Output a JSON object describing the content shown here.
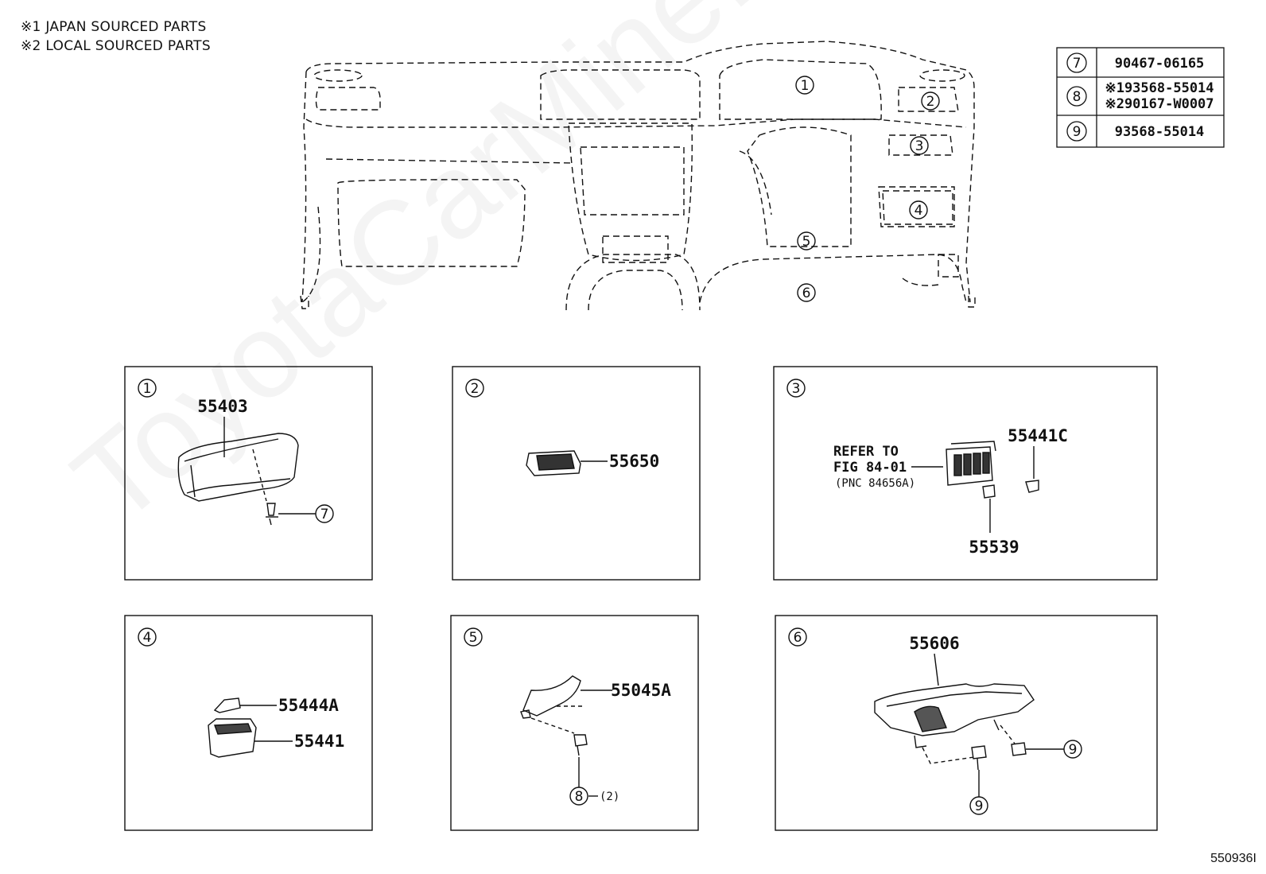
{
  "notes": [
    "※1 JAPAN SOURCED PARTS",
    "※2 LOCAL SOURCED PARTS"
  ],
  "overview_callouts": [
    "1",
    "2",
    "3",
    "4",
    "5",
    "6"
  ],
  "fastener_table": [
    {
      "num": "7",
      "codes": [
        "90467-06165"
      ]
    },
    {
      "num": "8",
      "codes": [
        "※193568-55014",
        "※290167-W0007"
      ]
    },
    {
      "num": "9",
      "codes": [
        "93568-55014"
      ]
    }
  ],
  "panels": {
    "p1": {
      "num": "1",
      "part": "55403",
      "fastener": "7"
    },
    "p2": {
      "num": "2",
      "part": "55650"
    },
    "p3": {
      "num": "3",
      "ref_line1": "REFER TO",
      "ref_line2": "FIG 84-01",
      "ref_line3": "(PNC 84656A)",
      "part_a": "55441C",
      "part_b": "55539"
    },
    "p4": {
      "num": "4",
      "part_a": "55444A",
      "part_b": "55441"
    },
    "p5": {
      "num": "5",
      "part": "55045A",
      "fastener": "8",
      "qty": "(2)"
    },
    "p6": {
      "num": "6",
      "part": "55606",
      "fastener_a": "9",
      "fastener_b": "9"
    }
  },
  "watermark": "ToyotaCarMine.ru",
  "figure_code": "550936I"
}
